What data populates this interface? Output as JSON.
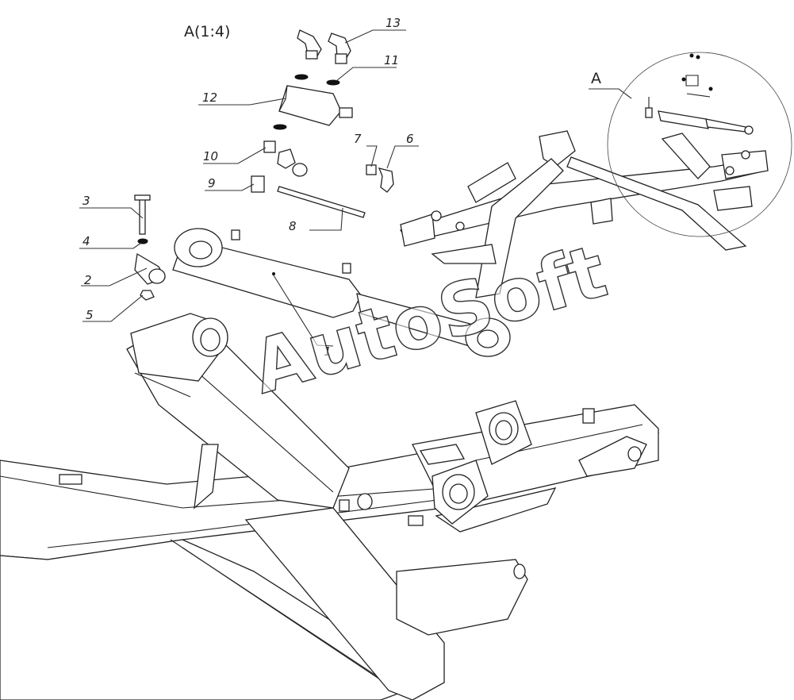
{
  "diagram": {
    "view_label": "A(1:4)",
    "detail_callout": "A",
    "watermark": "AutoSoft",
    "callouts": [
      {
        "id": "c1",
        "text": "1"
      },
      {
        "id": "c2",
        "text": "2"
      },
      {
        "id": "c3",
        "text": "3"
      },
      {
        "id": "c4",
        "text": "4"
      },
      {
        "id": "c5",
        "text": "5"
      },
      {
        "id": "c6",
        "text": "6"
      },
      {
        "id": "c7",
        "text": "7"
      },
      {
        "id": "c8",
        "text": "8"
      },
      {
        "id": "c9",
        "text": "9"
      },
      {
        "id": "c10",
        "text": "10"
      },
      {
        "id": "c11",
        "text": "11"
      },
      {
        "id": "c12",
        "text": "12"
      },
      {
        "id": "c13",
        "text": "13"
      }
    ]
  }
}
